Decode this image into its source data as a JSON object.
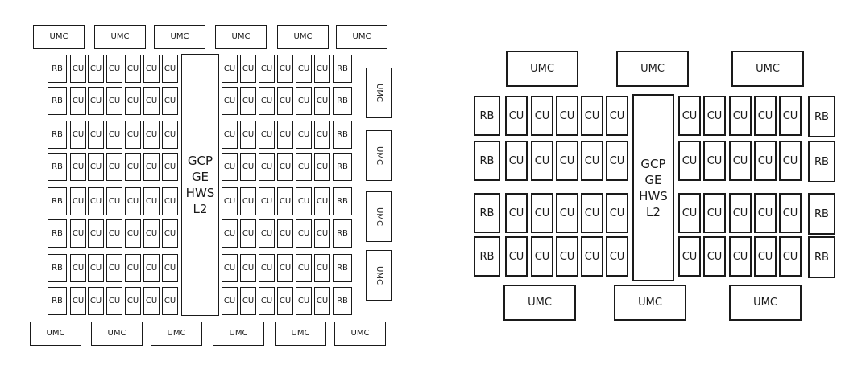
{
  "labels": {
    "umc": "UMC",
    "rb": "RB",
    "cu": "CU",
    "core_lines": [
      "GCP",
      "GE",
      "HWS",
      "L2"
    ]
  }
}
